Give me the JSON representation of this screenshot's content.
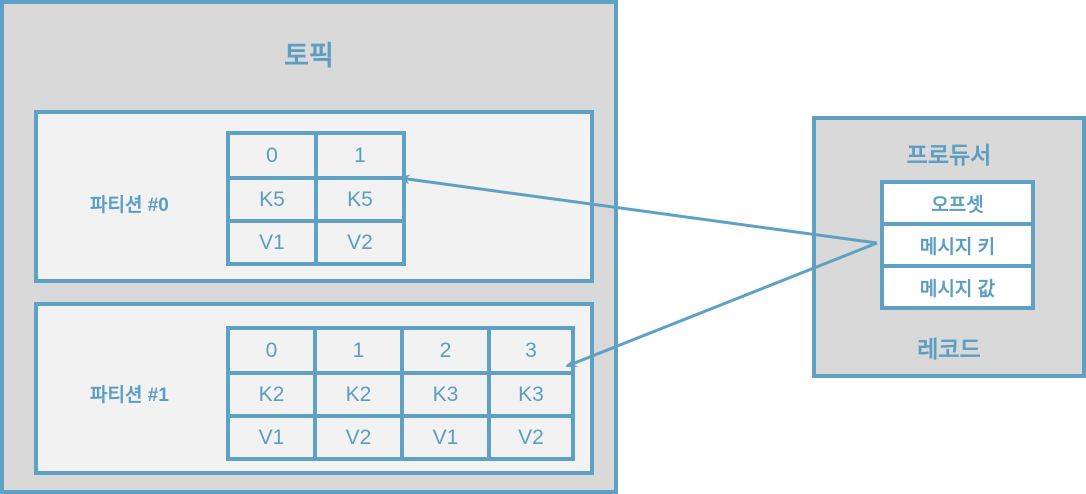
{
  "topic": {
    "title": "토픽",
    "partitions": [
      {
        "label": "파티션 #0",
        "offsets": [
          "0",
          "1"
        ],
        "keys": [
          "K5",
          "K5"
        ],
        "values": [
          "V1",
          "V2"
        ]
      },
      {
        "label": "파티션 #1",
        "offsets": [
          "0",
          "1",
          "2",
          "3"
        ],
        "keys": [
          "K2",
          "K2",
          "K3",
          "K3"
        ],
        "values": [
          "V1",
          "V2",
          "V1",
          "V2"
        ]
      }
    ]
  },
  "producer": {
    "title": "프로듀서",
    "record_label": "레코드",
    "record_fields": [
      "오프셋",
      "메시지 키",
      "메시지 값"
    ]
  },
  "arrows": [
    {
      "from": "producer.record.message-key",
      "to": "partition-0"
    },
    {
      "from": "producer.record.message-key",
      "to": "partition-1"
    }
  ],
  "colors": {
    "accent": "#5fa1c5",
    "topic_bg": "#d9d9d9",
    "partition_bg": "#f2f2f2",
    "record_bg": "#ffffff"
  }
}
